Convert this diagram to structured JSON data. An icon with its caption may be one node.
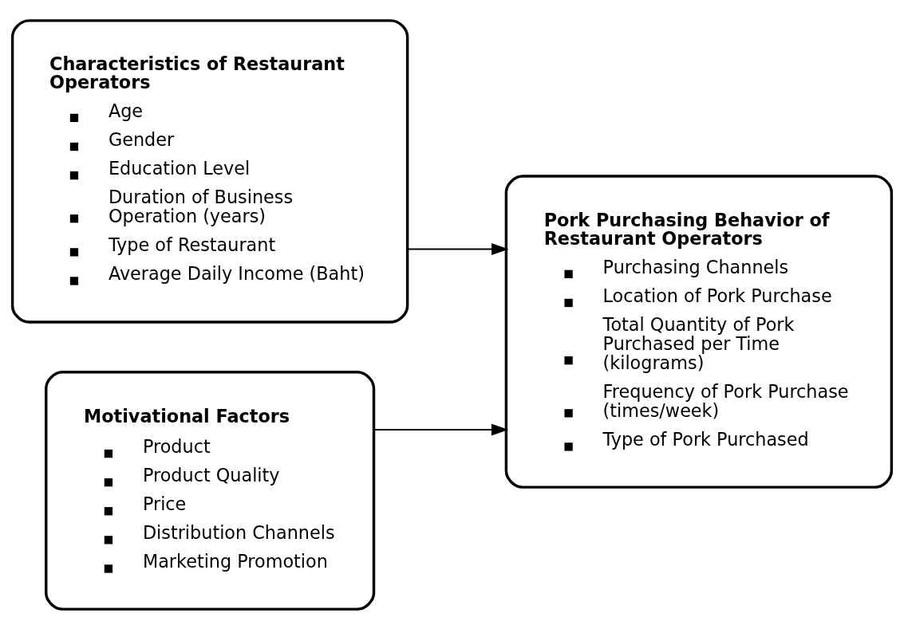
{
  "diagram": {
    "nodes": [
      {
        "text": [
          "Characteristics of Restaurant Operators",
          "Age",
          "Gender",
          "Education Level",
          "Duration of Business Operation (years)",
          "Type of Restaurant",
          "Average Daily Income (Baht)"
        ]
      },
      {
        "text": [
          "Motivational Factors",
          "Product",
          "Product Quality",
          "Price",
          "Distribution Channels",
          "Marketing Promotion"
        ]
      },
      {
        "text": [
          "Pork Purchasing Behavior of Restaurant Operators",
          "Purchasing Channels",
          "Location of Pork Purchase",
          "Total Quantity of Pork Purchased per Time (kilograms)",
          "Frequency of Pork Purchase (times/week)",
          "Type of Pork Purchased"
        ]
      }
    ],
    "edges": [
      {
        "from": 0,
        "to": 2,
        "arrow": "to"
      },
      {
        "from": 1,
        "to": 2,
        "arrow": "to"
      }
    ]
  }
}
